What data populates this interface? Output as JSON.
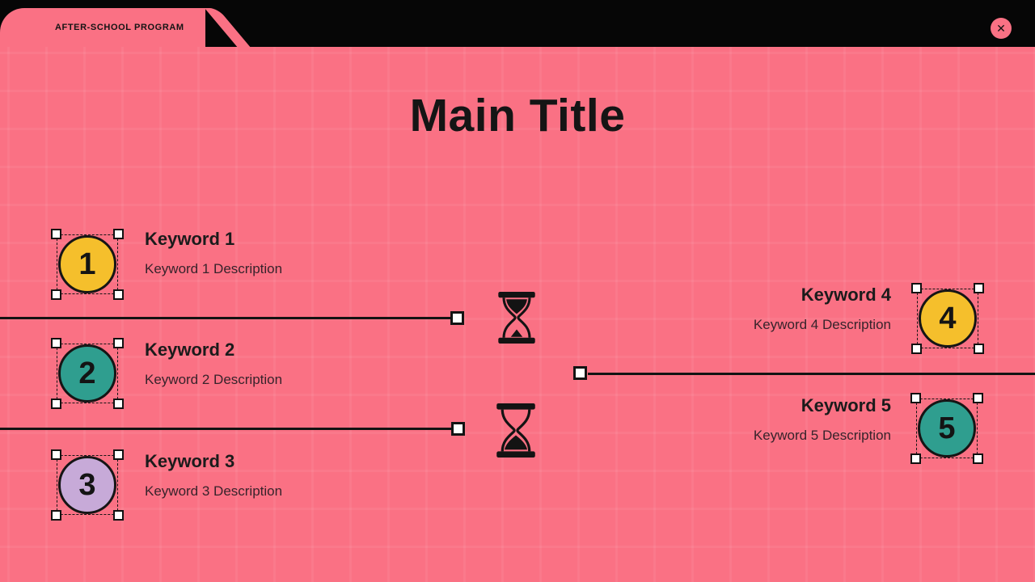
{
  "colors": {
    "background": "#060606",
    "pink": "#FA7184",
    "grid_line": "rgba(255,255,255,0.06)",
    "ink": "#141414",
    "yellow": "#F5BF2C",
    "teal": "#2F9E8F",
    "purple": "#C7AAD8",
    "handle_fill": "#FFFFFF"
  },
  "header": {
    "tab_label": "AFTER-SCHOOL PROGRAM",
    "close_icon": "✕"
  },
  "slide": {
    "title": "Main Title",
    "items": [
      {
        "number": "1",
        "keyword": "Keyword 1",
        "description": "Keyword 1 Description",
        "color": "#F5BF2C"
      },
      {
        "number": "2",
        "keyword": "Keyword 2",
        "description": "Keyword 2 Description",
        "color": "#2F9E8F"
      },
      {
        "number": "3",
        "keyword": "Keyword 3",
        "description": "Keyword 3 Description",
        "color": "#C7AAD8"
      },
      {
        "number": "4",
        "keyword": "Keyword 4",
        "description": "Keyword 4 Description",
        "color": "#F5BF2C"
      },
      {
        "number": "5",
        "keyword": "Keyword 5",
        "description": "Keyword 5 Description",
        "color": "#2F9E8F"
      }
    ]
  }
}
